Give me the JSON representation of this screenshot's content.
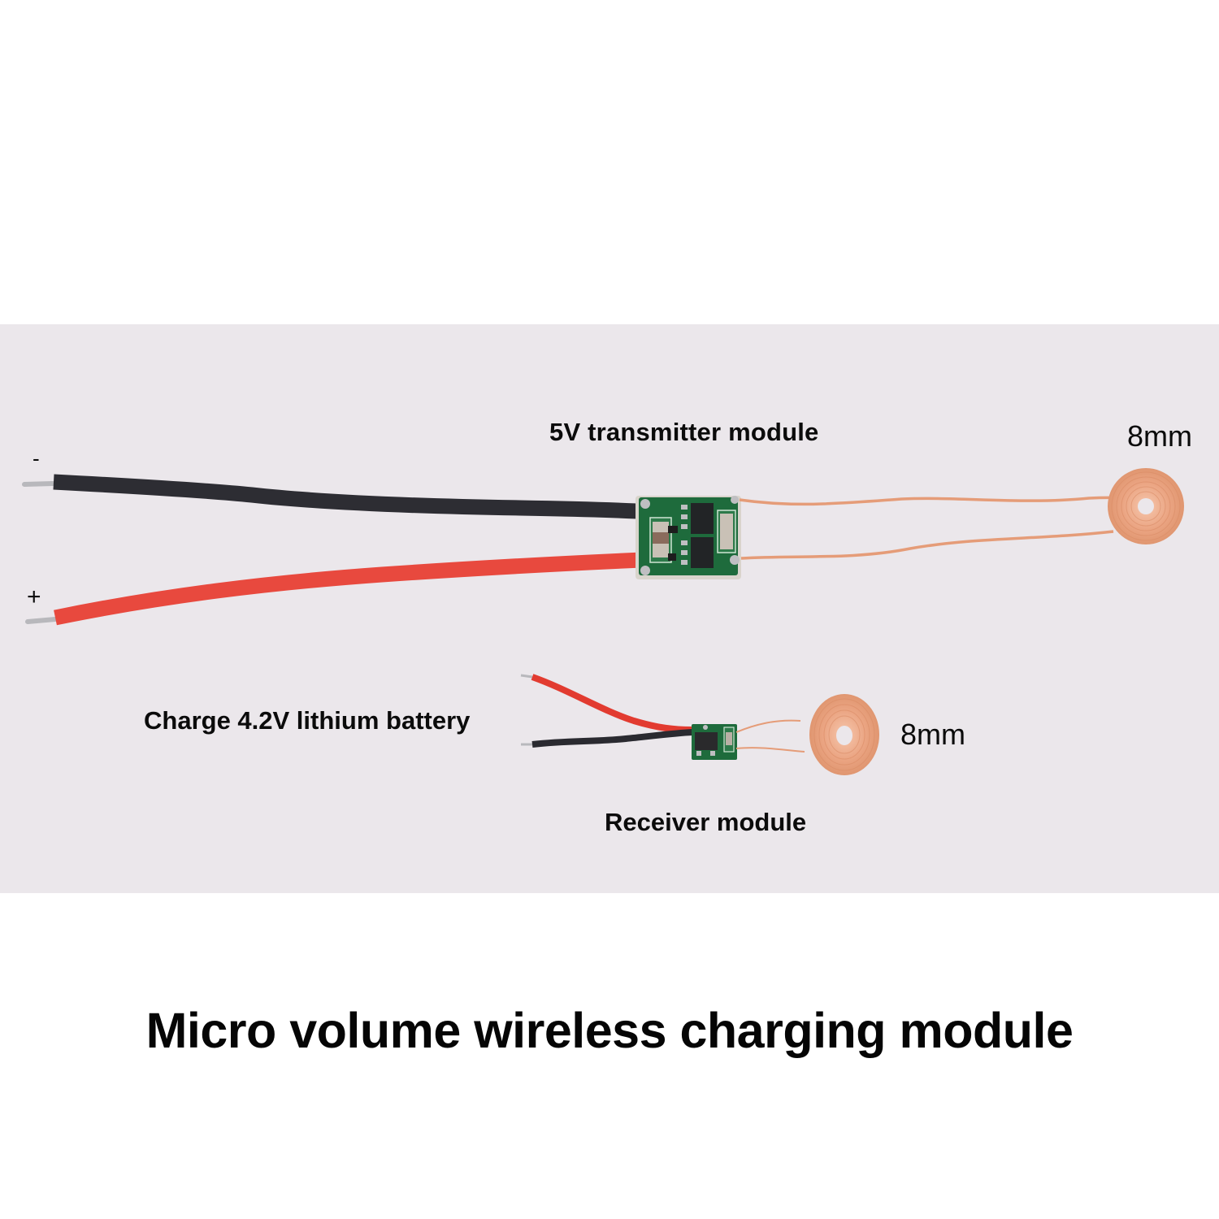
{
  "photo": {
    "background_color": "#ebe7eb",
    "transmitter": {
      "label": "5V transmitter module",
      "coil_size": "8mm",
      "negative_terminal": "-",
      "positive_terminal": "+",
      "wire_colors": {
        "negative": "#2b2b30",
        "positive": "#e8493e"
      },
      "pcb_color": "#1e6b3c",
      "coil_color": "#e9a07d"
    },
    "receiver": {
      "label": "Receiver module",
      "output_label": "Charge 4.2V lithium battery",
      "coil_size": "8mm"
    }
  },
  "caption": "Micro volume wireless charging module"
}
